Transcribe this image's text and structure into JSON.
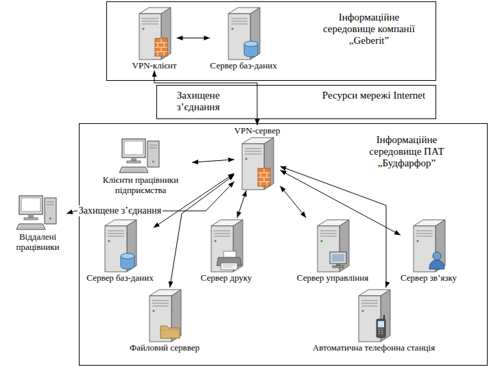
{
  "diagram": {
    "nodes": [
      {
        "text": [
          "Інформаційне середовище компанії „Geberit”"
        ]
      },
      {
        "text": [
          "VPN-клієнт"
        ],
        "in": 0
      },
      {
        "text": [
          "Сервер баз-даних"
        ],
        "in": 0
      },
      {
        "text": [
          "Захищене з’єднання",
          "Ресурси мережі Internet"
        ]
      },
      {
        "text": [
          "Інформаційне середовище ПАТ „Будфарфор”"
        ]
      },
      {
        "text": [
          "VPN-сервер"
        ],
        "in": 4
      },
      {
        "text": [
          "Клієнти працівники підприємства"
        ],
        "in": 4
      },
      {
        "text": [
          "Віддалені працівники"
        ]
      },
      {
        "text": [
          "Сервер баз-даних"
        ],
        "in": 4
      },
      {
        "text": [
          "Сервер друку"
        ],
        "in": 4
      },
      {
        "text": [
          "Сервер управління"
        ],
        "in": 4
      },
      {
        "text": [
          "Сервер зв’язку"
        ],
        "in": 4
      },
      {
        "text": [
          "Файловий серввер"
        ],
        "in": 4
      },
      {
        "text": [
          "Автоматична телефонна станція"
        ],
        "in": 4
      }
    ],
    "edges": [
      {
        "from": 1,
        "to": 2,
        "arrow": "both"
      },
      {
        "from": 1,
        "to": 5,
        "arrow": "both"
      },
      {
        "from": 5,
        "to": 6,
        "arrow": "both"
      },
      {
        "from": 5,
        "to": 7,
        "label": "Захищене з’єднання",
        "arrow": "both"
      },
      {
        "from": 5,
        "to": 8,
        "arrow": "both"
      },
      {
        "from": 5,
        "to": 9,
        "arrow": "both"
      },
      {
        "from": 5,
        "to": 12,
        "arrow": "both"
      },
      {
        "from": 5,
        "to": 10,
        "arrow": "both"
      },
      {
        "from": 5,
        "to": 13,
        "arrow": "both"
      },
      {
        "from": 5,
        "to": 11,
        "arrow": "both"
      }
    ]
  }
}
